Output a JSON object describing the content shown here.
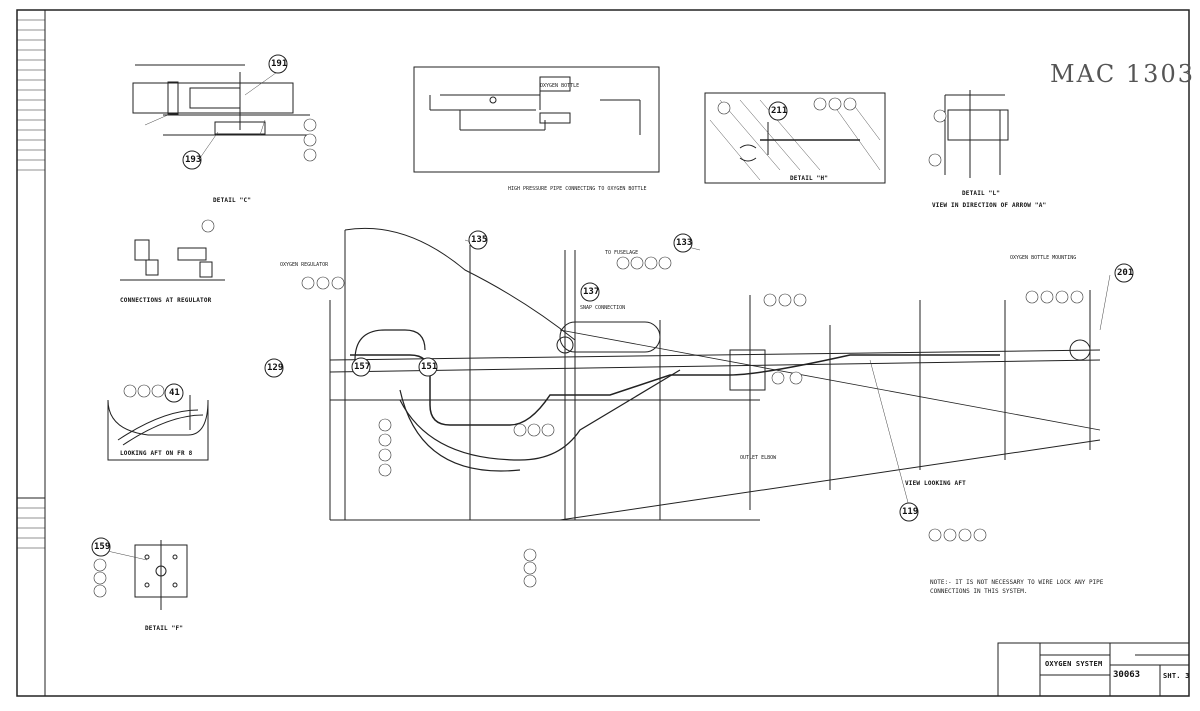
{
  "stamp": "MAC 1303",
  "drawing_title": "OXYGEN SYSTEM",
  "drawing_number": "30063",
  "sheet": "SHT. 3",
  "detail_labels": {
    "c": "DETAIL \"C\"",
    "h": "DETAIL \"H\"",
    "l": "DETAIL \"L\"",
    "f": "DETAIL \"F\"",
    "view_arrow": "VIEW IN DIRECTION OF ARROW \"A\"",
    "connections_regulator": "CONNECTIONS AT REGULATOR",
    "looking_aft": "LOOKING AFT ON FR 8",
    "view_at_rear": "VIEW LOOKING AFT"
  },
  "note": "NOTE:- IT IS NOT NECESSARY TO WIRE LOCK ANY PIPE CONNECTIONS IN THIS SYSTEM.",
  "callouts": {
    "oxygen_bottle": "OXYGEN BOTTLE",
    "oxygen_regulator": "OXYGEN REGULATOR",
    "bottle_mounting": "OXYGEN BOTTLE MOUNTING",
    "high_pressure_pipe": "HIGH PRESSURE PIPE CONNECTING TO OXYGEN BOTTLE",
    "snap_connection": "SNAP CONNECTION",
    "to_fuselage": "TO FUSELAGE",
    "outlet_elbow": "OUTLET ELBOW"
  },
  "bubbles": [
    "191",
    "193",
    "211",
    "135",
    "133",
    "137",
    "129",
    "157",
    "151",
    "41",
    "159",
    "201",
    "119"
  ]
}
